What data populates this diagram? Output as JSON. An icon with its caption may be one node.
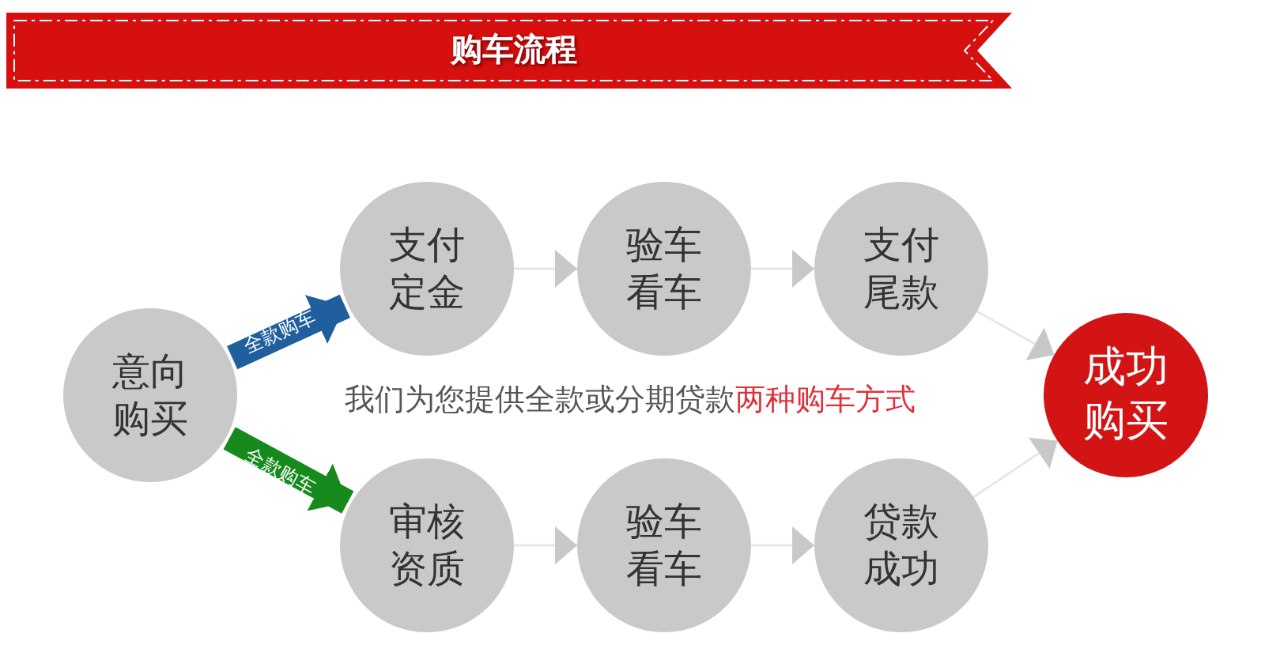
{
  "diagram": {
    "title": "购车流程",
    "nodes": [
      {
        "text": [
          "意向购买"
        ]
      },
      {
        "text": [
          "支付定金"
        ]
      },
      {
        "text": [
          "验车看车"
        ]
      },
      {
        "text": [
          "支付尾款"
        ]
      },
      {
        "text": [
          "审核资质"
        ]
      },
      {
        "text": [
          "验车看车"
        ]
      },
      {
        "text": [
          "贷款成功"
        ]
      },
      {
        "text": [
          "成功购买"
        ]
      }
    ],
    "edges": [
      {
        "from": 0,
        "to": 1,
        "arrow": "to",
        "label": "全款购车",
        "style": "thick",
        "color": "#1f5f9e"
      },
      {
        "from": 0,
        "to": 4,
        "arrow": "to",
        "label": "全款购车",
        "style": "thick",
        "color": "#168a1c"
      },
      {
        "from": 1,
        "to": 2,
        "arrow": "to"
      },
      {
        "from": 2,
        "to": 3,
        "arrow": "to"
      },
      {
        "from": 3,
        "to": 7,
        "arrow": "to"
      },
      {
        "from": 4,
        "to": 5,
        "arrow": "to"
      },
      {
        "from": 5,
        "to": 6,
        "arrow": "to"
      },
      {
        "from": 6,
        "to": 7,
        "arrow": "to"
      }
    ],
    "labels": [
      "我们为您提供全款或分期贷款**两种购车方式**"
    ]
  }
}
